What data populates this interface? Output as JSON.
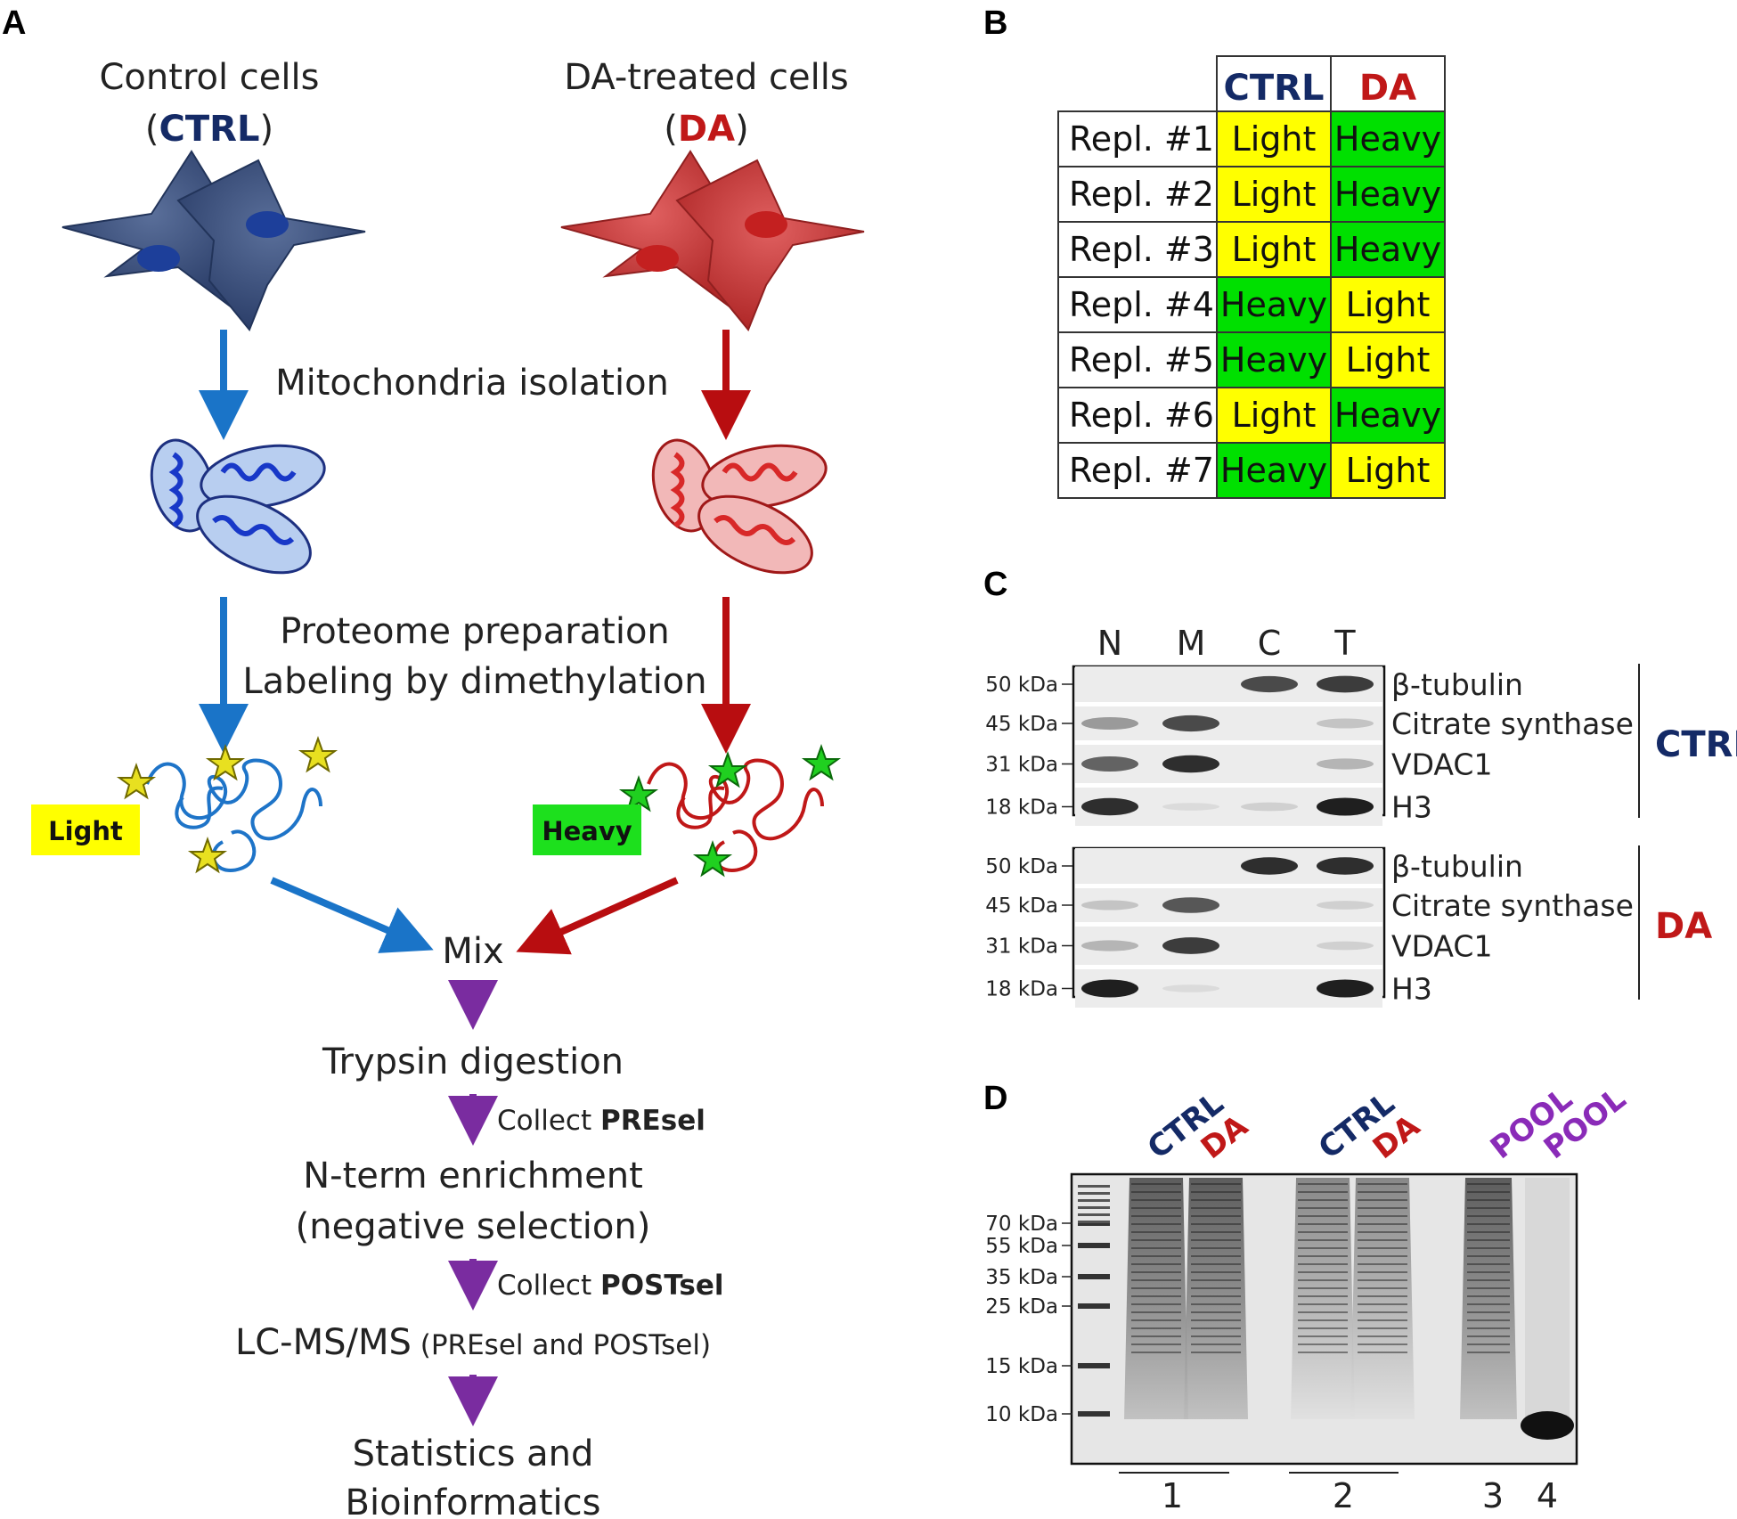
{
  "colors": {
    "ctrl": "#142a66",
    "da": "#c01818",
    "ctrl_arrow": "#1a74c8",
    "da_arrow": "#b80d10",
    "step_arrow": "#7a2ca0",
    "pool": "#8a2bb8",
    "light": "#ffff00",
    "heavy": "#00e000"
  },
  "panels": {
    "a": "A",
    "b": "B",
    "c": "C",
    "d": "D"
  },
  "panel_a": {
    "ctrl_title": "Control cells",
    "ctrl_paren_open": "(",
    "ctrl_abbr": "CTRL",
    "ctrl_paren_close": ")",
    "da_title": "DA-treated cells",
    "da_paren_open": "(",
    "da_abbr": "DA",
    "da_paren_close": ")",
    "step_isolation": "Mitochondria isolation",
    "step_prep": "Proteome preparation",
    "step_label": "Labeling by dimethylation",
    "light_tag": "Light",
    "heavy_tag": "Heavy",
    "mix": "Mix",
    "trypsin": "Trypsin digestion",
    "collect": "Collect",
    "presel": "PREsel",
    "nterm_1": "N-term enrichment",
    "nterm_2": "(negative selection)",
    "postsel": "POSTsel",
    "lcms": "LC-MS/MS",
    "lcms_note": "(PREsel and POSTsel)",
    "stats_1": "Statistics and",
    "stats_2": "Bioinformatics"
  },
  "panel_b": {
    "headers": [
      "CTRL",
      "DA"
    ],
    "rows": [
      {
        "repl": "Repl. #1",
        "ctrl": "Light",
        "da": "Heavy"
      },
      {
        "repl": "Repl. #2",
        "ctrl": "Light",
        "da": "Heavy"
      },
      {
        "repl": "Repl. #3",
        "ctrl": "Light",
        "da": "Heavy"
      },
      {
        "repl": "Repl. #4",
        "ctrl": "Heavy",
        "da": "Light"
      },
      {
        "repl": "Repl. #5",
        "ctrl": "Heavy",
        "da": "Light"
      },
      {
        "repl": "Repl. #6",
        "ctrl": "Light",
        "da": "Heavy"
      },
      {
        "repl": "Repl. #7",
        "ctrl": "Heavy",
        "da": "Light"
      }
    ]
  },
  "panel_c": {
    "lanes": [
      "N",
      "M",
      "C",
      "T"
    ],
    "markers": [
      "50 kDa",
      "45 kDa",
      "31 kDa",
      "18 kDa"
    ],
    "proteins": [
      "β-tubulin",
      "Citrate synthase",
      "VDAC1",
      "H3"
    ],
    "groups": [
      "CTRL",
      "DA"
    ]
  },
  "panel_d": {
    "top_labels": [
      "CTRL",
      "DA",
      "CTRL",
      "DA",
      "POOL",
      "POOL"
    ],
    "markers": [
      "70 kDa",
      "55 kDa",
      "35 kDa",
      "25 kDa",
      "15 kDa",
      "10 kDa"
    ],
    "lane_numbers": [
      "1",
      "2",
      "3",
      "4"
    ]
  }
}
